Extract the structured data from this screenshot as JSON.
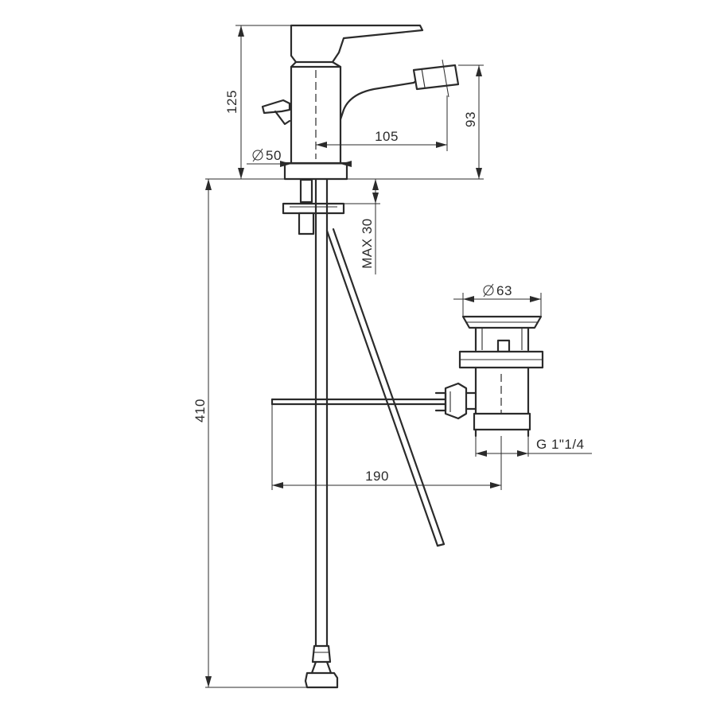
{
  "dimensions": {
    "faucet_height": "125",
    "spout_height": "93",
    "spout_reach": "105",
    "base_diameter": "50",
    "deck_thickness": "MAX 30",
    "hose_length": "410",
    "drain_diameter": "63",
    "drain_thread": "G 1\"1/4",
    "rod_reach": "190"
  },
  "colors": {
    "line": "#2b2b2b",
    "background": "#ffffff"
  }
}
